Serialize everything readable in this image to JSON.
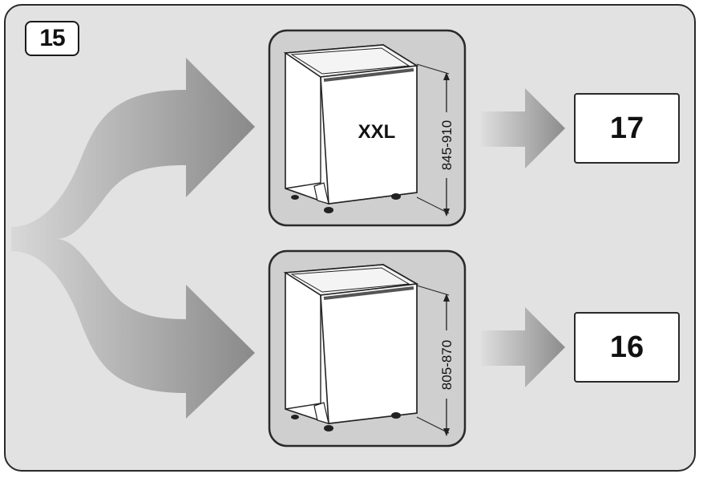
{
  "step_number": "15",
  "options": [
    {
      "dimension_label": "845-910",
      "panel_text": "XXL",
      "target_step": "17"
    },
    {
      "dimension_label": "805-870",
      "panel_text": "",
      "target_step": "16"
    }
  ],
  "colors": {
    "background": "#e2e2e2",
    "panel": "#cfcfcf",
    "outline": "#2a2a2a",
    "arrow_light": "#dcdcdc",
    "arrow_dark": "#8c8c8c"
  }
}
